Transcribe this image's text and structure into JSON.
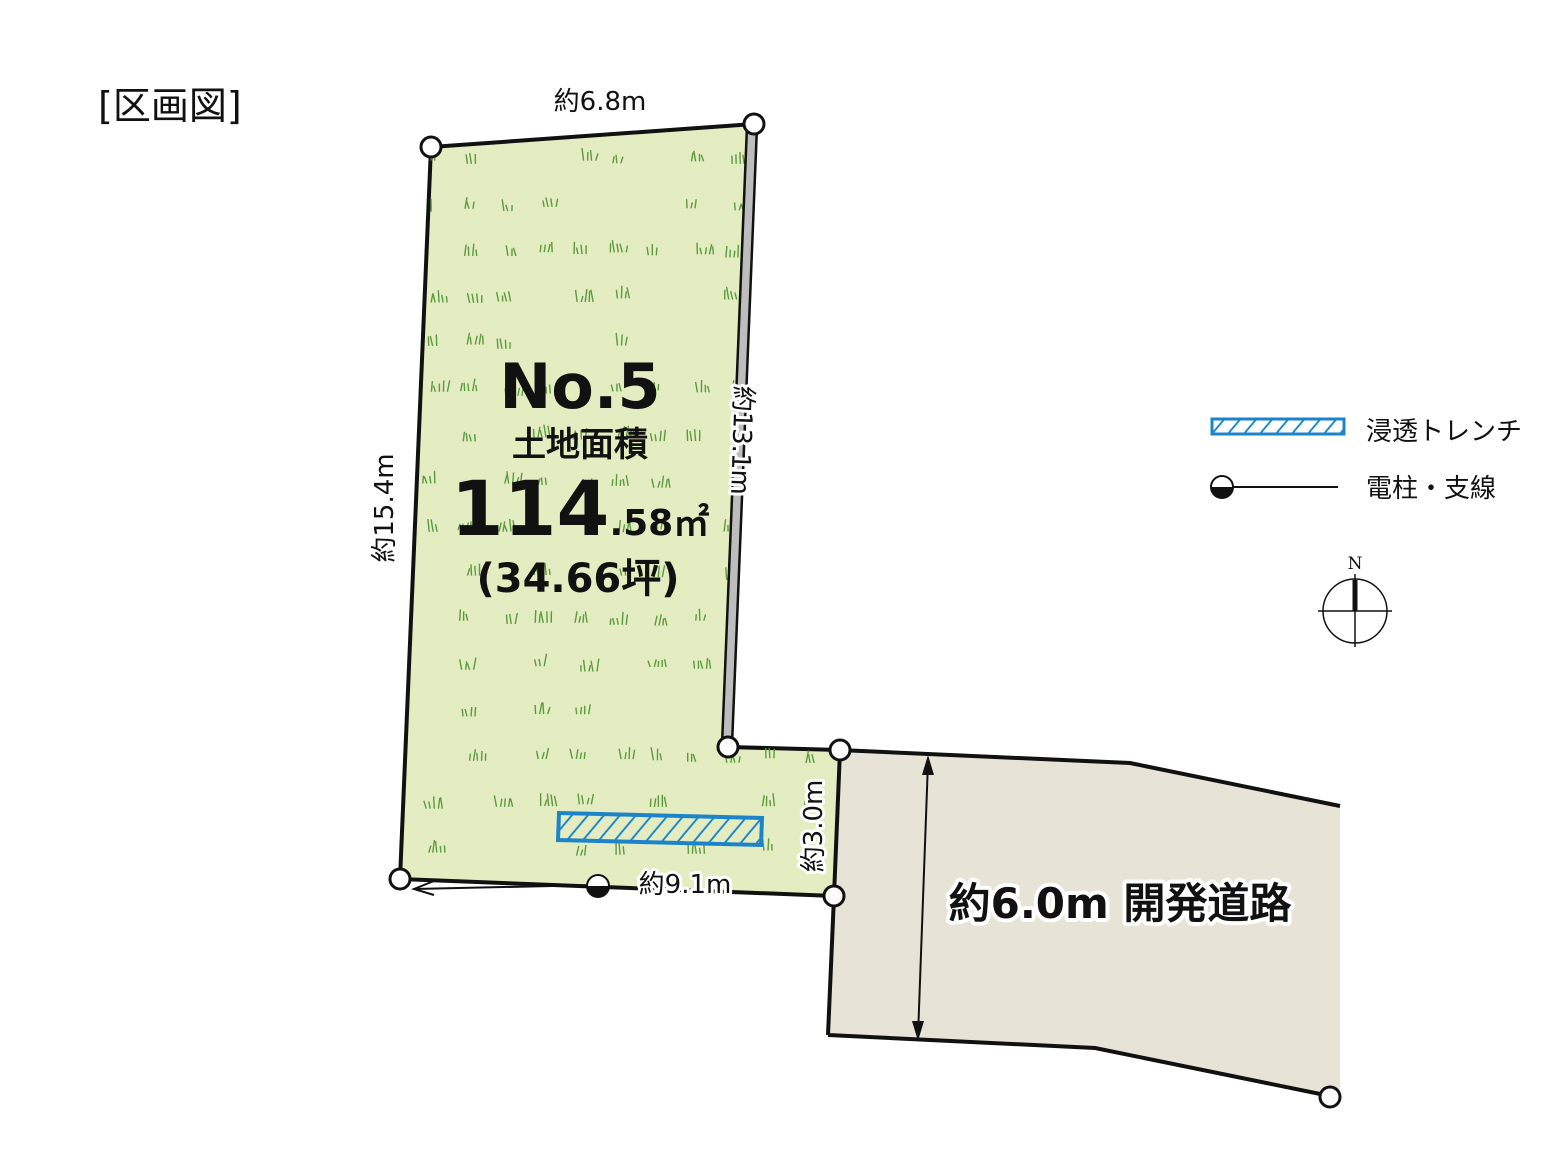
{
  "title": "[区画図]",
  "lot": {
    "number": "No.5",
    "area_label": "土地面積",
    "area_major": "114",
    "area_minor": ".58㎡",
    "area_tsubo": "(34.66坪)"
  },
  "dimensions": {
    "top": "約6.8m",
    "left": "約15.4m",
    "right": "約13.1m",
    "step": "約3.0m",
    "bottom": "約9.1m"
  },
  "road": {
    "label": "約6.0m 開発道路"
  },
  "legend": {
    "trench_label": "浸透トレンチ",
    "pole_label": "電柱・支線"
  },
  "compass": {
    "north": "N"
  },
  "colors": {
    "lot_fill": "#e4ecc1",
    "grass": "#5c9a3f",
    "road_fill": "#e8e3d7",
    "trench": "#1c85c9",
    "outline": "#111111",
    "fence": "#bdbdbd"
  }
}
